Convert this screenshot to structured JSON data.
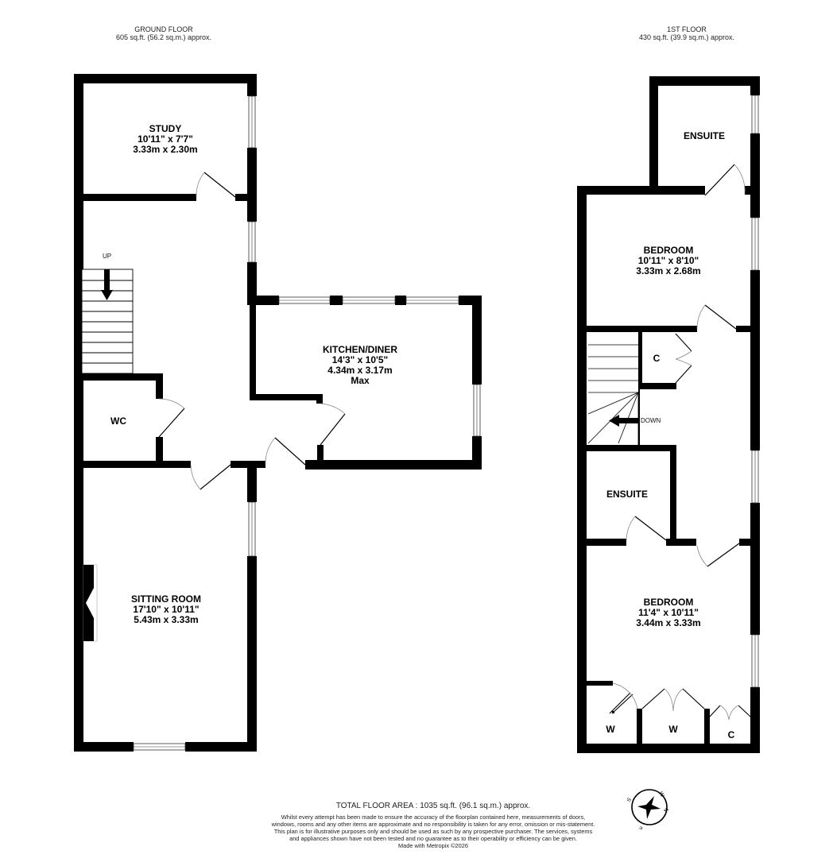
{
  "ground_floor": {
    "title": "GROUND FLOOR",
    "area": "605 sq.ft. (56.2 sq.m.) approx.",
    "rooms": [
      {
        "name": "STUDY",
        "imperial": "10'11\"  x 7'7\"",
        "metric": "3.33m  x 2.30m",
        "note": ""
      },
      {
        "name": "KITCHEN/DINER",
        "imperial": "14'3\"  x 10'5\"",
        "metric": "4.34m  x 3.17m",
        "note": "Max"
      },
      {
        "name": "WC",
        "imperial": "",
        "metric": "",
        "note": ""
      },
      {
        "name": "SITTING ROOM",
        "imperial": "17'10\"  x 10'11\"",
        "metric": "5.43m  x 3.33m",
        "note": ""
      }
    ],
    "stairs_label": "UP"
  },
  "first_floor": {
    "title": "1ST FLOOR",
    "area": "430 sq.ft. (39.9 sq.m.) approx.",
    "rooms": [
      {
        "name": "ENSUITE",
        "imperial": "",
        "metric": ""
      },
      {
        "name": "BEDROOM",
        "imperial": "10'11\"  x 8'10\"",
        "metric": "3.33m  x 2.68m"
      },
      {
        "name": "C",
        "imperial": "",
        "metric": ""
      },
      {
        "name": "ENSUITE",
        "imperial": "",
        "metric": ""
      },
      {
        "name": "BEDROOM",
        "imperial": "11'4\"  x 10'11\"",
        "metric": "3.44m  x 3.33m"
      },
      {
        "name": "W",
        "imperial": "",
        "metric": ""
      },
      {
        "name": "W",
        "imperial": "",
        "metric": ""
      },
      {
        "name": "C",
        "imperial": "",
        "metric": ""
      }
    ],
    "stairs_label": "DOWN"
  },
  "footer": {
    "total": "TOTAL FLOOR AREA : 1035 sq.ft. (96.1 sq.m.) approx.",
    "disclaimer": "Whilst every attempt has been made to ensure the accuracy of the floorplan contained here, measurements of doors, windows, rooms and any other items are approximate and no responsibility is taken for any error, omission or mis-statement. This plan is for illustrative purposes only and should be used as such by any prospective purchaser. The services, systems and appliances shown have not been tested and no guarantee as to their operability or efficiency can be given.",
    "made_with": "Made with Metropix ©2026"
  },
  "compass": {
    "icon": "compass-rose-icon",
    "labels": [
      "N",
      "E",
      "S",
      "W"
    ]
  },
  "colors": {
    "wall": "#000000",
    "background": "#ffffff",
    "door_arc": "#888888"
  }
}
